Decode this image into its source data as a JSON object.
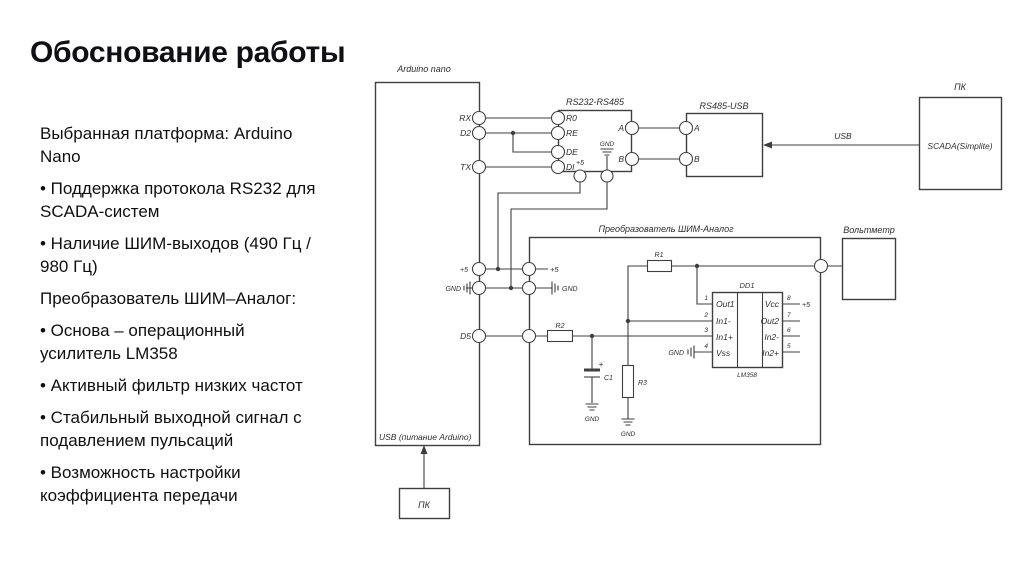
{
  "slide": {
    "title": "Обоснование работы",
    "bullets": [
      "Выбранная платформа: Arduino Nano",
      "• Поддержка протокола RS232 для SCADA-систем",
      "• Наличие ШИМ-выходов (490 Гц / 980 Гц)",
      "Преобразователь ШИМ–Аналог:",
      "• Основа – операционный усилитель LM358",
      "• Активный фильтр низких частот",
      "• Стабильный выходной сигнал с подавлением пульсаций",
      "• Возможность настройки коэффициента передачи"
    ]
  },
  "schematic": {
    "colors": {
      "line": "#3f3f3f",
      "label": "#2e2e2e",
      "title": "#101014",
      "background": "#ffffff"
    },
    "nets": {
      "plus5": "+5",
      "gnd": "GND"
    },
    "arduino": {
      "label": "Arduino nano",
      "usb_note": "USB (питание Arduino)",
      "pin_rx": "RX",
      "pin_d2": "D2",
      "pin_tx": "TX",
      "pin_d5": "D5"
    },
    "rs232": {
      "label": "RS232-RS485",
      "pin_r0": "R0",
      "pin_re": "RE",
      "pin_de": "DE",
      "pin_di": "DI",
      "pin_a": "A",
      "pin_b": "B"
    },
    "rs485": {
      "label": "RS485-USB",
      "pin_a": "A",
      "pin_b": "B"
    },
    "usb_link_label": "USB",
    "pc_top": {
      "label": "ПК",
      "software": "SCADA(Simplite)"
    },
    "converter": {
      "label": "Преобразователь ШИМ-Аналог",
      "r1": "R1",
      "r2": "R2",
      "r3": "R3",
      "c1": "C1",
      "c1_polarity": "+",
      "ic": {
        "ref": "DD1",
        "part": "LM358",
        "pins_left": [
          {
            "num": "1",
            "name": "Out1"
          },
          {
            "num": "2",
            "name": "In1-"
          },
          {
            "num": "3",
            "name": "In1+"
          },
          {
            "num": "4",
            "name": "Vss"
          }
        ],
        "pins_right": [
          {
            "num": "8",
            "name": "Vcc"
          },
          {
            "num": "7",
            "name": "Out2"
          },
          {
            "num": "6",
            "name": "In2-"
          },
          {
            "num": "5",
            "name": "In2+"
          }
        ]
      }
    },
    "voltmeter": {
      "label": "Вольтметр"
    },
    "pc_bottom": {
      "label": "ПК"
    }
  }
}
